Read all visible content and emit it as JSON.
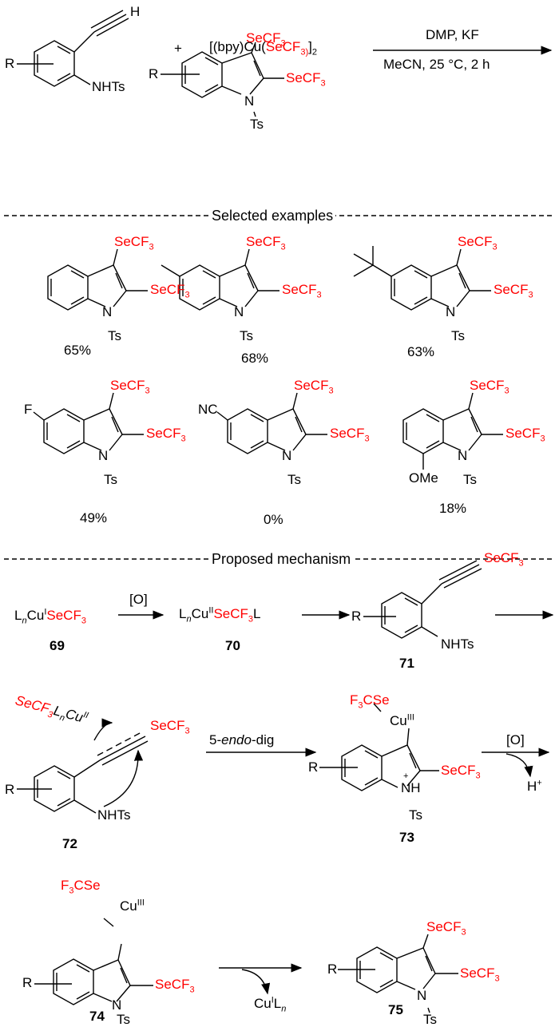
{
  "colors": {
    "highlight": "#ff0000",
    "ink": "#000000"
  },
  "reaction": {
    "substrate_r": "R",
    "substrate_h": "H",
    "substrate_nhts": "NHTs",
    "plus": "+",
    "reagent_prefix": "[(bpy)Cu(",
    "reagent_group": "SeCF",
    "reagent_sub": "3)",
    "reagent_suffix": "]",
    "reagent_sub2": "2",
    "conditions_top": "DMP, KF",
    "conditions_bottom": "MeCN, 25 °C, 2 h",
    "product_r": "R",
    "product_secf3_top": "SeCF",
    "product_secf3_side": "SeCF",
    "sub3": "3",
    "product_n": "N",
    "product_ts": "Ts"
  },
  "sections": {
    "examples_header": "Selected examples",
    "mechanism_header": "Proposed mechanism"
  },
  "examples": [
    {
      "substituent": "",
      "yield": "65%"
    },
    {
      "substituent": "Me",
      "yield": "68%"
    },
    {
      "substituent": "tBu",
      "yield": "63%"
    },
    {
      "substituent": "F",
      "yield": "49%"
    },
    {
      "substituent": "NC",
      "yield": "0%"
    },
    {
      "substituent": "OMe",
      "yield": "18%"
    }
  ],
  "labels": {
    "secf": "SeCF",
    "three": "3",
    "n": "N",
    "ts": "Ts",
    "r": "R",
    "nhts": "NHTs",
    "f3cse": "CSe",
    "f": "F",
    "cu": "Cu",
    "iii": "III",
    "nh": "NH",
    "plus_charge": "+"
  },
  "mechanism": {
    "c69_l": "L",
    "c69_n": "n",
    "c69_cu": "Cu",
    "c69_ox": "I",
    "c69_group": "SeCF",
    "c69_sub": "3",
    "step1_reagent": "[O]",
    "c70_l": "L",
    "c70_n": "n",
    "c70_cu": "Cu",
    "c70_ox": "II",
    "c70_group": "SeCF",
    "c70_sub": "3",
    "c70_l2": "L",
    "cpd_69": "69",
    "cpd_70": "70",
    "cpd_71": "71",
    "cpd_72": "72",
    "cpd_73": "73",
    "cpd_74": "74",
    "cpd_75": "75",
    "c72_complex_a": "SeCF",
    "c72_complex_b": "L",
    "c72_complex_n": "n",
    "c72_complex_cu": "Cu",
    "c72_complex_ox": "II",
    "cyclization_a": "5-",
    "cyclization_b": "endo",
    "cyclization_c": "-dig",
    "step4_reagent": "[O]",
    "step4_byproduct": "H",
    "step4_byproduct_sup": "+",
    "step5_byproduct_cu": "Cu",
    "step5_byproduct_ox": "I",
    "step5_byproduct_l": "L",
    "step5_byproduct_n": "n"
  }
}
